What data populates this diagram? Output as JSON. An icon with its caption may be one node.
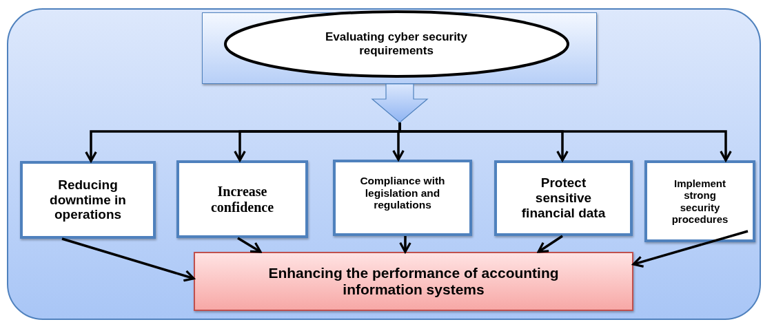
{
  "diagram": {
    "nodes": [
      {
        "text": [],
        "shape": "box"
      },
      {
        "text": [],
        "shape": "box",
        "in": 0
      },
      {
        "text": [
          "Evaluating cyber security requirements"
        ],
        "in": 1
      },
      {
        "text": [],
        "shape": "arrow",
        "in": 0
      },
      {
        "text": [
          "Reducing downtime in operations"
        ],
        "in": 0
      },
      {
        "text": [
          "Increase confidence"
        ],
        "in": 0
      },
      {
        "text": [
          "Compliance with legislation and regulations"
        ],
        "in": 0
      },
      {
        "text": [
          "Protect sensitive financial data"
        ],
        "in": 0
      },
      {
        "text": [
          "Implement strong security procedures"
        ],
        "in": 0
      },
      {
        "text": [
          "Enhancing the performance of accounting information systems"
        ],
        "in": 0
      }
    ],
    "edges": [
      {
        "from": 3,
        "to": 4,
        "arrow": "to"
      },
      {
        "from": 3,
        "to": 5,
        "arrow": "to"
      },
      {
        "from": 3,
        "to": 6,
        "arrow": "to"
      },
      {
        "from": 3,
        "to": 7,
        "arrow": "to"
      },
      {
        "from": 3,
        "to": 8,
        "arrow": "to"
      },
      {
        "from": 4,
        "to": 9,
        "arrow": "to"
      },
      {
        "from": 5,
        "to": 9,
        "arrow": "to"
      },
      {
        "from": 6,
        "to": 9,
        "arrow": "to"
      },
      {
        "from": 7,
        "to": 9,
        "arrow": "to"
      },
      {
        "from": 8,
        "to": 9,
        "arrow": "to"
      }
    ]
  }
}
